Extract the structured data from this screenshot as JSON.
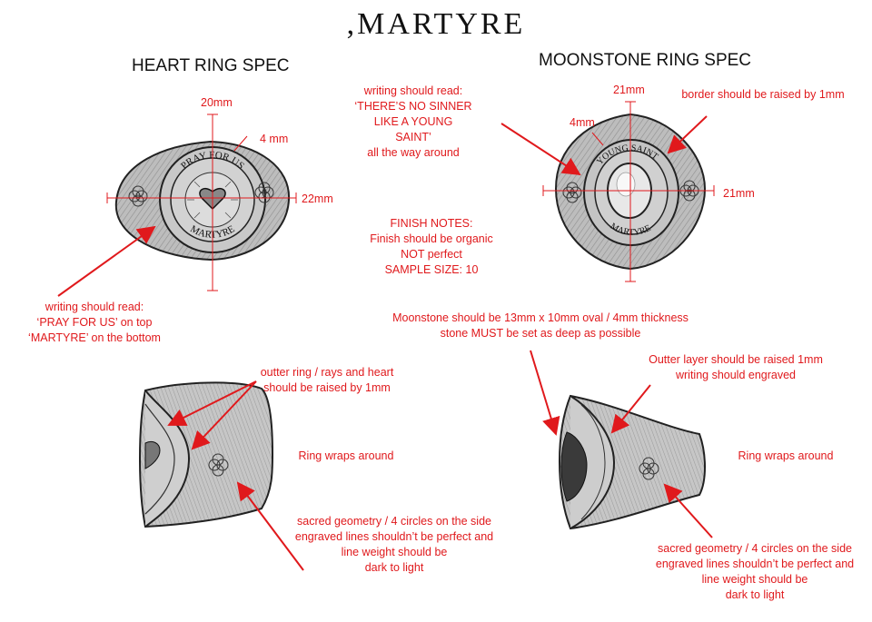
{
  "brand": ",MARTYRE",
  "heart": {
    "title": "HEART RING SPEC",
    "dim_top": "20mm",
    "dim_border": "4 mm",
    "dim_right": "22mm",
    "ring_text_top": "PRAY FOR US",
    "ring_text_bottom": "MARTYRE",
    "note_writing": "writing should read:\n‘PRAY FOR US’ on top\n‘MARTYRE’ on the bottom",
    "note_raised": "outter ring / rays and heart\nshould be raised by 1mm",
    "note_wraps": "Ring wraps around",
    "note_geometry": "sacred geometry / 4 circles on the side\nengraved lines shouldn’t be perfect and\nline weight should be\ndark to light"
  },
  "moonstone": {
    "title": "MOONSTONE RING SPEC",
    "dim_top": "21mm",
    "dim_border": "4mm",
    "dim_right": "21mm",
    "ring_text_top": "YOUNG SAINT",
    "ring_text_bottom": "MARTYRE",
    "note_writing": "writing should read:\n‘THERE’S NO SINNER\nLIKE A YOUNG\nSAINT’\nall the way around",
    "note_border": "border should be raised by 1mm",
    "note_stone": "Moonstone should be 13mm x 10mm oval / 4mm thickness\nstone MUST be set as deep as possible",
    "note_outer": "Outter layer should be raised 1mm\nwriting should engraved",
    "note_wraps": "Ring wraps around",
    "note_geometry": "sacred geometry / 4 circles on the side\nengraved lines shouldn’t be perfect and\nline weight should be\ndark to light"
  },
  "finish": {
    "notes": "FINISH NOTES:\nFinish should be organic\nNOT perfect\nSAMPLE SIZE: 10"
  },
  "colors": {
    "annotation": "#e0191c",
    "metal_fill": "#b9b9b9",
    "ink": "#222222"
  }
}
